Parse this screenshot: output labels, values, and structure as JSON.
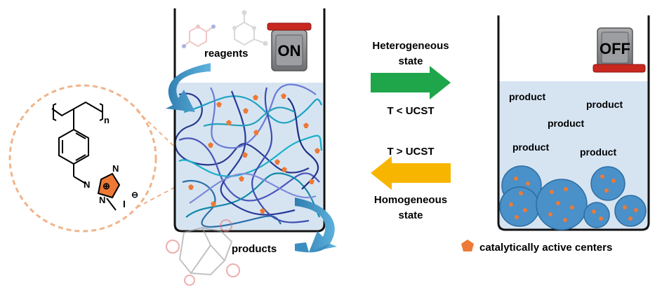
{
  "left_panel": {
    "reagents_label": "reagents",
    "products_label": "products",
    "switch_label": "ON"
  },
  "right_panel": {
    "switch_label": "OFF",
    "product_labels": [
      "product",
      "product",
      "product",
      "product",
      "product"
    ]
  },
  "transitions": {
    "top": {
      "line1": "Heterogeneous",
      "line2": "state",
      "condition": "T < UCST",
      "color": "#1fa54a"
    },
    "bottom": {
      "condition": "T > UCST",
      "line1": "Homogeneous",
      "line2": "state",
      "color": "#f7b500"
    }
  },
  "structure": {
    "subscript": "n",
    "charge": "⊕",
    "counter_ion": "I",
    "counter_charge": "⊖",
    "n_labels": [
      "N",
      "N",
      "N"
    ]
  },
  "legend": {
    "text": "catalytically active centers",
    "marker_color": "#ec7a36"
  },
  "colors": {
    "liquid": "#d6e4f2",
    "blue_arrow": "#3b8fc0",
    "switch_red": "#c8281f",
    "particle": "#4a90c9",
    "dashed_circle": "#f0b48a"
  },
  "icons": [
    "reagent-molecule-icon",
    "product-molecule-icon",
    "toggle-switch-icon",
    "pentagon-icon"
  ]
}
